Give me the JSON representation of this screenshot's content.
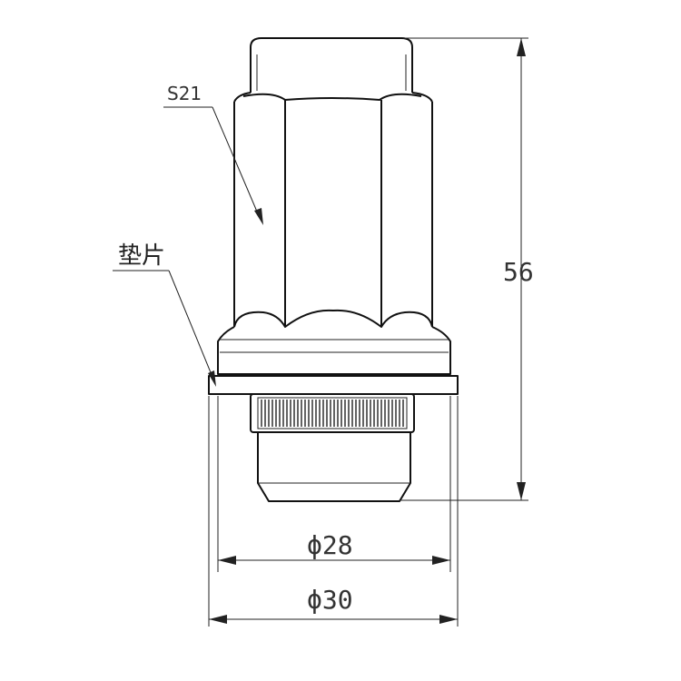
{
  "labels": {
    "hex_size": "S21",
    "washer": "垫片"
  },
  "dimensions": {
    "height": "56",
    "washer_inner_diameter": "ϕ28",
    "washer_outer_diameter": "ϕ30"
  }
}
